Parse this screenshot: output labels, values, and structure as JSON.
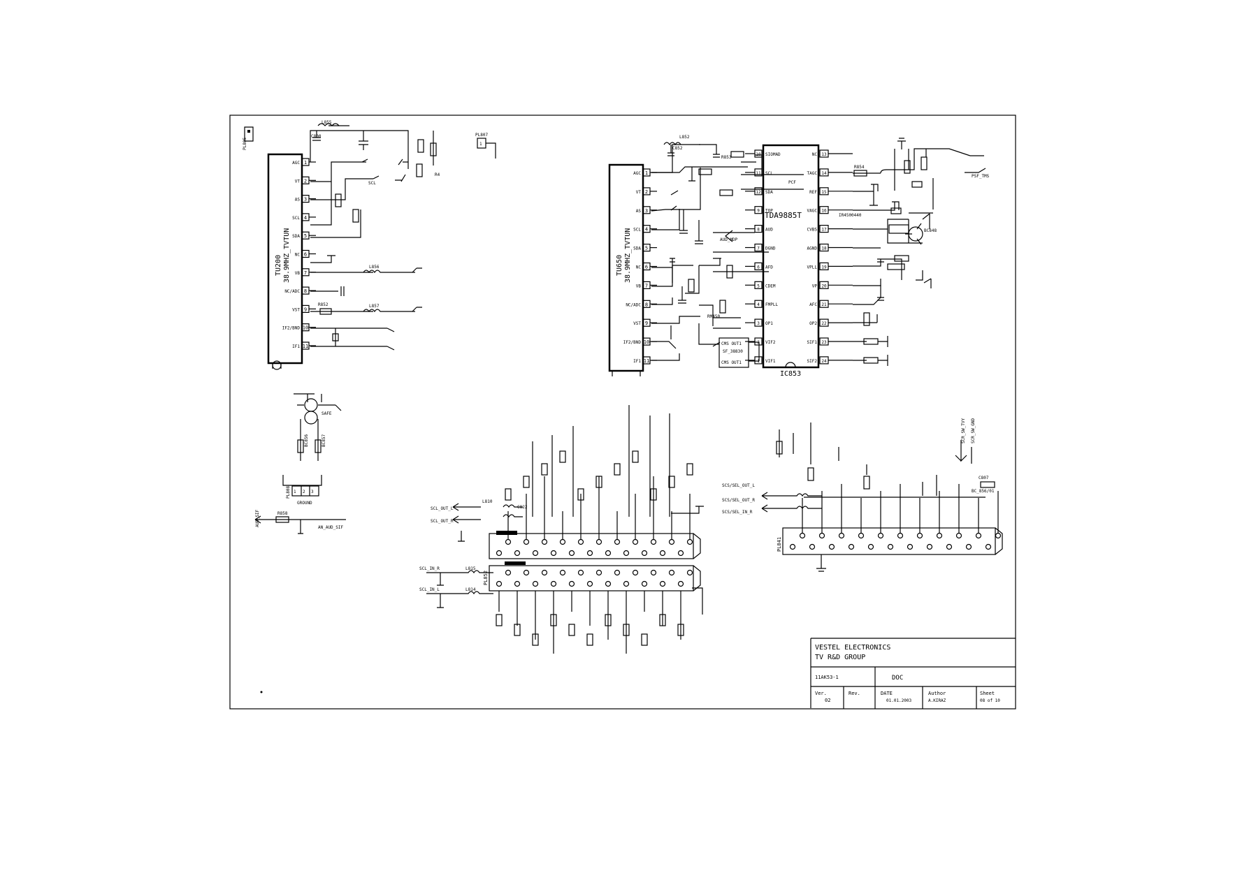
{
  "tuner_left": {
    "designator": "TU200",
    "name": "38.9MHZ_TVTUN",
    "pins": [
      {
        "label": "AGC",
        "num": "1"
      },
      {
        "label": "VT",
        "num": "2"
      },
      {
        "label": "AS",
        "num": "3"
      },
      {
        "label": "SCL",
        "num": "4"
      },
      {
        "label": "SDA",
        "num": "5"
      },
      {
        "label": "NC",
        "num": "6"
      },
      {
        "label": "VB",
        "num": "7"
      },
      {
        "label": "NC/ADC",
        "num": "8"
      },
      {
        "label": "VST",
        "num": "9"
      },
      {
        "label": "IF2/BND",
        "num": "10"
      },
      {
        "label": "IF1",
        "num": "11"
      }
    ]
  },
  "tuner_right": {
    "designator": "TU650",
    "name": "38.9MHZ_TVTUN",
    "pins": [
      {
        "label": "AGC",
        "num": "1"
      },
      {
        "label": "VT",
        "num": "2"
      },
      {
        "label": "AS",
        "num": "3"
      },
      {
        "label": "SCL",
        "num": "4"
      },
      {
        "label": "SDA",
        "num": "5"
      },
      {
        "label": "NC",
        "num": "6"
      },
      {
        "label": "VB",
        "num": "7"
      },
      {
        "label": "NC/ADC",
        "num": "8"
      },
      {
        "label": "VST",
        "num": "9"
      },
      {
        "label": "IF2/BND",
        "num": "10"
      },
      {
        "label": "IF1",
        "num": "11"
      }
    ]
  },
  "ic": {
    "designator": "IC853",
    "part": "TDA9885T",
    "left_pins": [
      {
        "label": "SIOMAD",
        "num": "10"
      },
      {
        "label": "SCL",
        "num": "11"
      },
      {
        "label": "SDA",
        "num": "12"
      },
      {
        "label": "TOP",
        "num": "9"
      },
      {
        "label": "AUD",
        "num": "8"
      },
      {
        "label": "DGND",
        "num": "7"
      },
      {
        "label": "AFD",
        "num": "6"
      },
      {
        "label": "CDEM",
        "num": "5"
      },
      {
        "label": "FMPLL",
        "num": "4"
      },
      {
        "label": "OP1",
        "num": "3"
      },
      {
        "label": "VIF2",
        "num": "2"
      },
      {
        "label": "VIF1",
        "num": "1"
      }
    ],
    "right_pins": [
      {
        "label": "NC",
        "num": "13"
      },
      {
        "label": "TAGC",
        "num": "14"
      },
      {
        "label": "REF",
        "num": "15"
      },
      {
        "label": "VAGC",
        "num": "16"
      },
      {
        "label": "CVBS",
        "num": "17"
      },
      {
        "label": "AGND",
        "num": "18"
      },
      {
        "label": "VPLL",
        "num": "19"
      },
      {
        "label": "VP",
        "num": "20"
      },
      {
        "label": "AFC",
        "num": "21"
      },
      {
        "label": "OP2",
        "num": "22"
      },
      {
        "label": "SIF1",
        "num": "23"
      },
      {
        "label": "SIF2",
        "num": "24"
      }
    ]
  },
  "connectors": {
    "plug_a": "PL852",
    "plug_b": "PL841",
    "plug_c": "PL808",
    "plug_d": "PL807"
  },
  "title_block": {
    "company": "VESTEL ELECTRONICS",
    "group": "TV R&D GROUP",
    "doc_number": "11AK53-1",
    "doc": "DOC",
    "ver_label": "Ver.",
    "ver_value": "02",
    "rev_label": "Rev.",
    "date_label": "DATE",
    "author_label": "Author",
    "sheet_label": "Sheet"
  }
}
